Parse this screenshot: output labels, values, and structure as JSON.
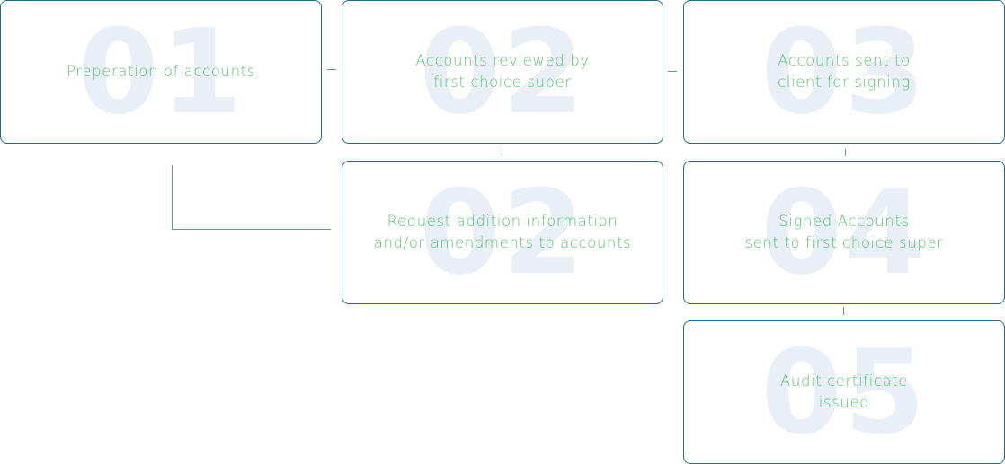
{
  "steps": [
    {
      "id": "step-01",
      "number": "01",
      "label": "Preperation of accounts"
    },
    {
      "id": "step-02a",
      "number": "02",
      "label": "Accounts reviewed by\nfirst choice super"
    },
    {
      "id": "step-03",
      "number": "03",
      "label": "Accounts sent to\nclient for signing"
    },
    {
      "id": "step-02b",
      "number": "02",
      "label": "Request addition information\nand/or amendments to accounts"
    },
    {
      "id": "step-04",
      "number": "04",
      "label": "Signed Accounts\nsent to first choice super"
    },
    {
      "id": "step-05",
      "number": "05",
      "label": "Audit certificate\nissued"
    }
  ],
  "colors": {
    "box_border": "#1f6f86",
    "label_text": "#5cc46f",
    "watermark_number": "#e9eff6",
    "connector": "#4caf63"
  }
}
